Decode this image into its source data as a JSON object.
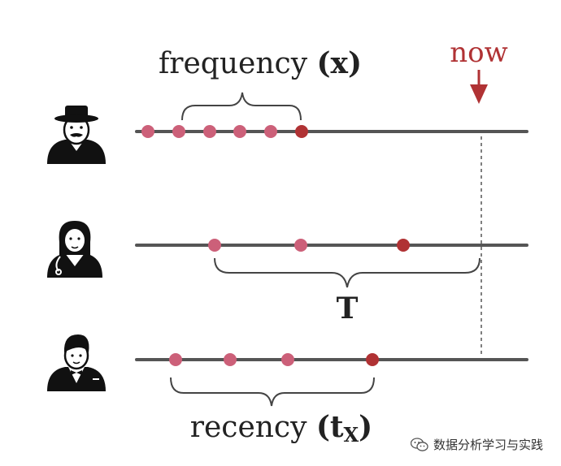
{
  "labels": {
    "frequency_word": "frequency ",
    "frequency_symbol": "(x)",
    "now": "now",
    "T": "T",
    "recency_word": "recency ",
    "recency_symbol_open": "(t",
    "recency_symbol_sub": "X",
    "recency_symbol_close": ")"
  },
  "watermark": {
    "text": "数据分析学习与实践",
    "icon": "wechat-icon"
  },
  "icons": {
    "customer_1": "man-with-hat-icon",
    "customer_2": "doctor-woman-icon",
    "customer_3": "man-in-tuxedo-icon"
  },
  "colors": {
    "timeline": "#555555",
    "repeat_purchase": "#cc6079",
    "last_purchase": "#b03234",
    "now_marker": "#b03234",
    "bracket": "#444444"
  }
}
